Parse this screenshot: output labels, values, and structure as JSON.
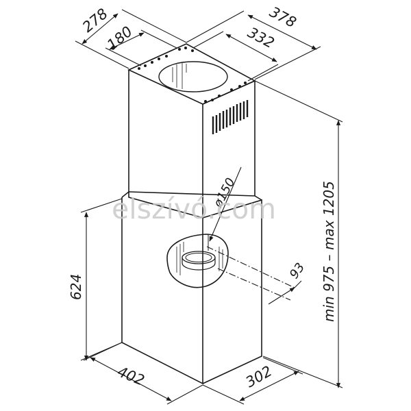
{
  "dimensions": {
    "top_depth_outer": "278",
    "top_depth_inner": "180",
    "top_width_outer": "378",
    "top_width_inner": "332",
    "duct_diameter": "ø150",
    "total_height_range": "min 975 – max 1205",
    "lower_height": "624",
    "bottom_depth": "402",
    "bottom_width": "302",
    "outlet_offset": "93"
  },
  "watermark": "elszívó.com",
  "colors": {
    "line": "#1a1a1a",
    "watermark": "#c9c9c9"
  }
}
